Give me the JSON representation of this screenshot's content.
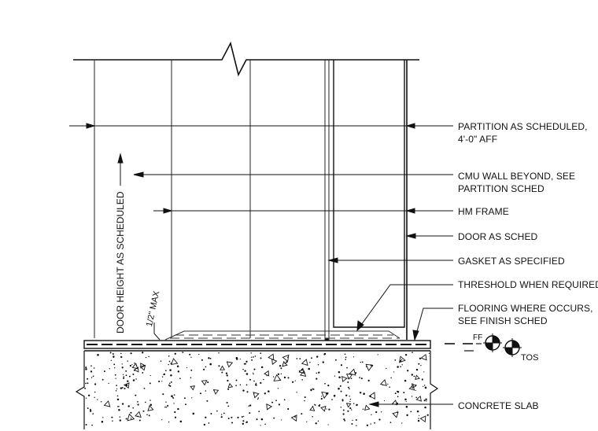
{
  "notes": {
    "partition_line1": "PARTITION AS SCHEDULED,",
    "partition_line2": "4'-0\" AFF",
    "cmu_line1": "CMU WALL BEYOND, SEE",
    "cmu_line2": "PARTITION SCHED",
    "hm_frame": "HM FRAME",
    "door": "DOOR AS SCHED",
    "gasket": "GASKET AS SPECIFIED",
    "threshold": "THRESHOLD WHEN REQUIRED",
    "flooring_line1": "FLOORING WHERE OCCURS,",
    "flooring_line2": "SEE FINISH SCHED",
    "concrete": "CONCRETE SLAB"
  },
  "dimensions": {
    "door_height": "DOOR HEIGHT AS SCHEDULED",
    "max_gap": "1/2\" MAX"
  },
  "markers": {
    "ff": "FF",
    "tos": "TOS"
  }
}
